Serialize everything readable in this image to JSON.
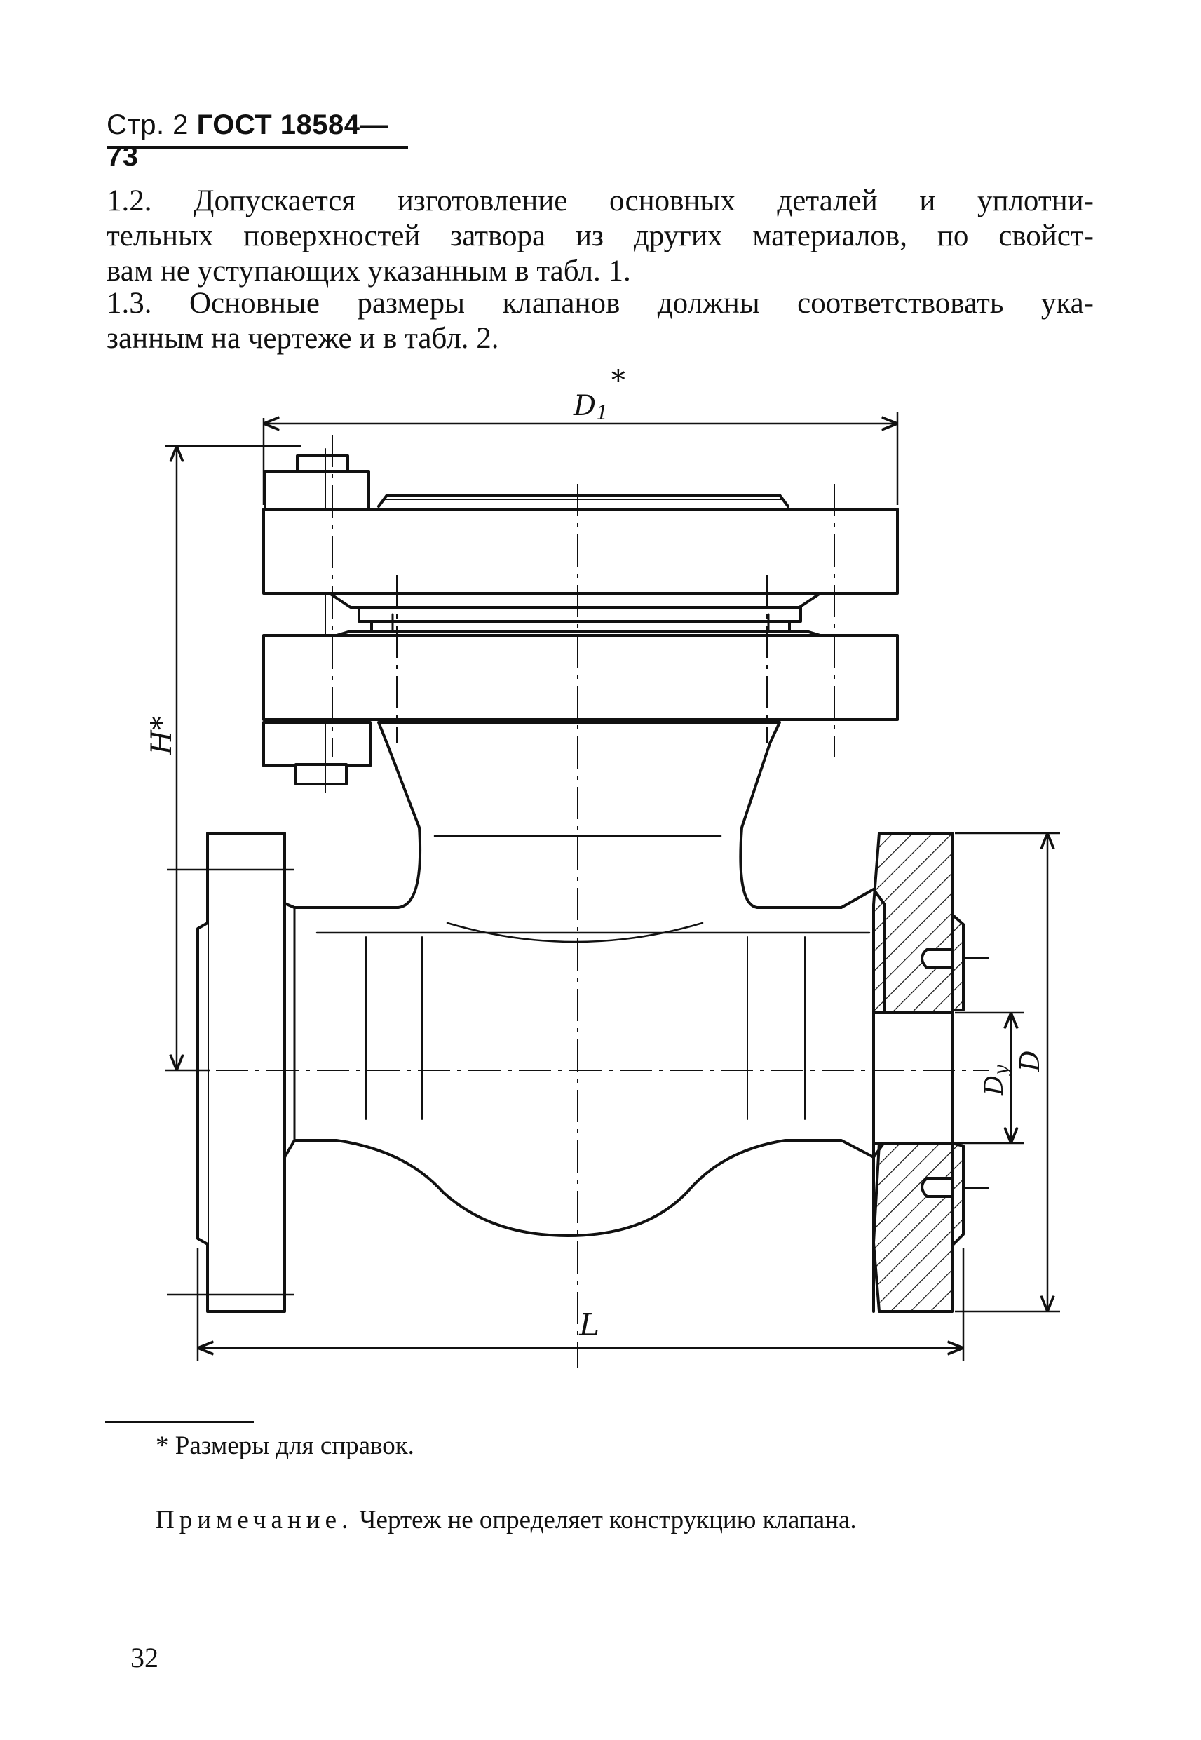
{
  "header": {
    "prefix": "Стр. 2",
    "standard": "ГОСТ 18584—73"
  },
  "paragraphs": [
    {
      "id": "1.2",
      "lines": [
        "1.2. Допускается изготовление основных деталей и уплотни-",
        "тельных поверхностей затвора из других материалов, по свойст-",
        "вам не уступающих указанным в табл. 1."
      ]
    },
    {
      "id": "1.3",
      "lines": [
        "1.3. Основные размеры клапанов должны соответствовать ука-",
        "занным на чертеже и в табл. 2."
      ]
    }
  ],
  "drawing": {
    "dimensions": {
      "d1": "D",
      "d1_sub": "1",
      "d1_star": "*",
      "h": "H*",
      "l": "L",
      "d": "D",
      "dy": "D",
      "dy_sub": "y"
    }
  },
  "footnote": "* Размеры для справок.",
  "note": {
    "label": "Примечание.",
    "text": "Чертеж не определяет конструкцию клапана."
  },
  "page_number": "32"
}
